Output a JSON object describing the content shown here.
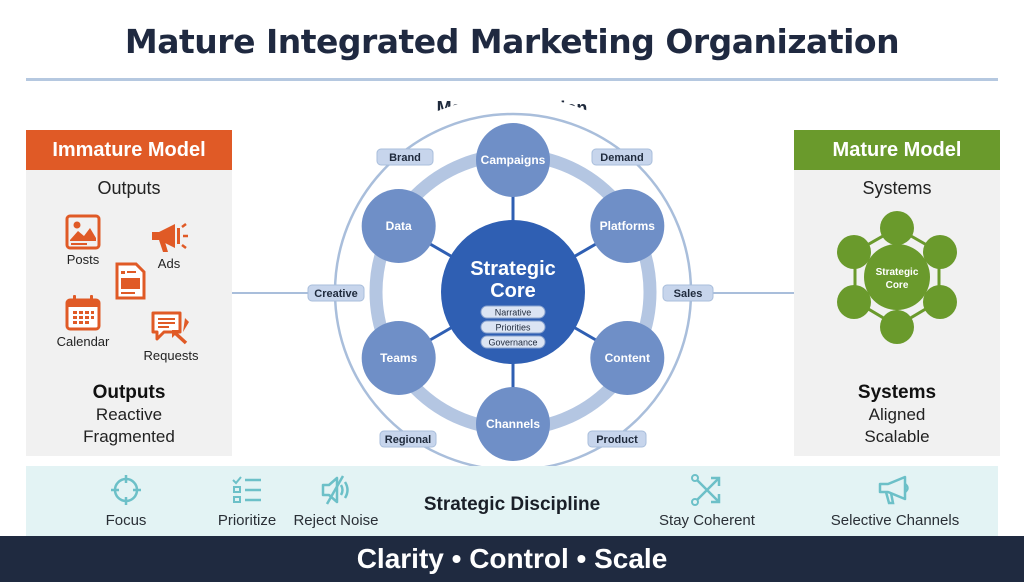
{
  "title": "Mature Integrated Marketing Organization",
  "subtitle": "Managed Tension",
  "colors": {
    "immature_accent": "#e05a26",
    "mature_accent": "#6a9a2c",
    "core_blue": "#2f5fb3",
    "node_blue": "#6f8fc7",
    "ring_blue": "#a9bedb",
    "band_bg": "#e3f3f4",
    "band_icon": "#6cc0c8",
    "footer_bg": "#1f2a40"
  },
  "immature_panel": {
    "header": "Immature Model",
    "subheader": "Outputs",
    "items": [
      {
        "label": "Posts",
        "icon": "image-icon"
      },
      {
        "label": "Ads",
        "icon": "megaphone-icon"
      },
      {
        "label": "",
        "icon": "document-icon"
      },
      {
        "label": "Calendar",
        "icon": "calendar-icon"
      },
      {
        "label": "Requests",
        "icon": "chat-request-icon"
      }
    ],
    "footer_title": "Outputs",
    "footer_lines": [
      "Reactive",
      "Fragmented"
    ]
  },
  "mature_panel": {
    "header": "Mature Model",
    "subheader": "Systems",
    "core_label_1": "Strategic",
    "core_label_2": "Core",
    "footer_title": "Systems",
    "footer_lines": [
      "Aligned",
      "Scalable"
    ]
  },
  "diagram": {
    "core": {
      "title_1": "Strategic",
      "title_2": "Core",
      "pills": [
        "Narrative",
        "Priorities",
        "Governance"
      ]
    },
    "nodes": [
      "Campaigns",
      "Platforms",
      "Content",
      "Channels",
      "Teams",
      "Data"
    ],
    "outer_tags": [
      "Brand",
      "Demand",
      "Sales",
      "Product",
      "Regional",
      "Creative"
    ]
  },
  "discipline_band": {
    "title": "Strategic Discipline",
    "items": [
      {
        "label": "Focus",
        "icon": "crosshair-icon"
      },
      {
        "label": "Prioritize",
        "icon": "checklist-icon"
      },
      {
        "label": "Reject Noise",
        "icon": "mute-speaker-icon"
      },
      {
        "label": "Stay Coherent",
        "icon": "shuffle-arrows-icon"
      },
      {
        "label": "Selective Channels",
        "icon": "megaphone-icon"
      }
    ]
  },
  "footer": "Clarity • Control • Scale"
}
